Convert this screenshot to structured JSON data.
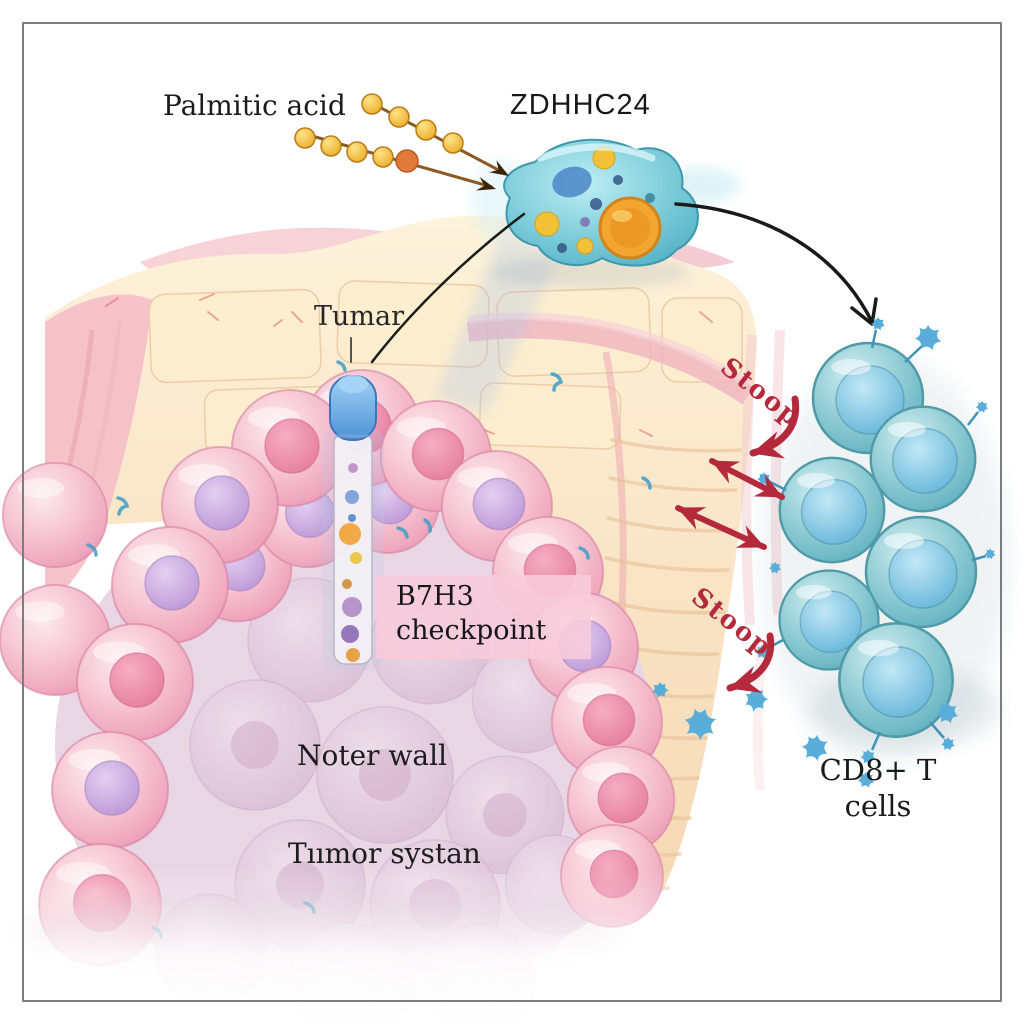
{
  "figure_labels": {
    "palmitic_acid": "Palmitic acid",
    "enzyme_name": "ZDHHC24",
    "tumor_label": "Tumar",
    "checkpoint_label": {
      "line1": "B7H3",
      "line2": "checkpoint"
    },
    "inner_wall_label": "Noter wall",
    "tumor_system_label": "Tıımor systan",
    "stop_annotation_upper": "Stoop",
    "stop_annotation_lower": "Stoop",
    "t_cell_label": {
      "line1": "CD8+ T",
      "line2": "cells"
    }
  },
  "palette": {
    "background": "#ffffff",
    "frame_border": "#7d7d7d",
    "wall_tan": "#f8e2bf",
    "wall_pink_edge": "#f0b5c0",
    "tumor_cell_pink": "#f2b1c4",
    "nucleus_pink": "#e87f9f",
    "nucleus_lavender": "#c1a0d8",
    "tumor_interior_mauve": "#e2cadd",
    "enzyme_teal": "#5cb8ca",
    "enzyme_cargo_orange": "#f0a432",
    "t_cell_teal": "#76c0cc",
    "t_cell_nucleus": "#66b5d7",
    "palmitic_bead_yellow": "#f2c33c",
    "stop_red": "#b42a3c",
    "arrow_black": "#1a1a1a"
  }
}
